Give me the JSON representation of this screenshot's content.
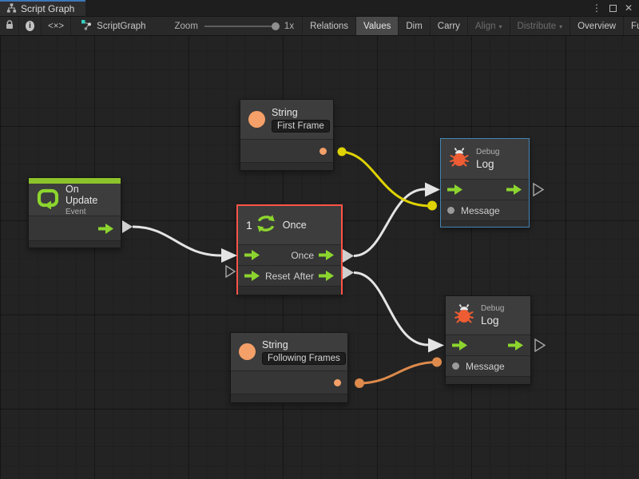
{
  "tab_bar": {
    "tab_label": "Script Graph",
    "window_menu_icon": "⋮",
    "window_close_icon": "✕"
  },
  "toolbar": {
    "info_icon_char": "i",
    "code_toggle_label": "<×>",
    "graph_name": "ScriptGraph",
    "zoom_label": "Zoom",
    "zoom_value": "1x",
    "buttons": [
      {
        "label": "Relations",
        "state": "normal"
      },
      {
        "label": "Values",
        "state": "active"
      },
      {
        "label": "Dim",
        "state": "normal"
      },
      {
        "label": "Carry",
        "state": "normal"
      },
      {
        "label": "Align",
        "state": "disabled",
        "caret": "▾"
      },
      {
        "label": "Distribute",
        "state": "disabled",
        "caret": "▾"
      },
      {
        "label": "Overview",
        "state": "normal"
      },
      {
        "label": "Full Screen",
        "state": "normal"
      }
    ]
  },
  "graph": {
    "nodes": {
      "on_update": {
        "title": "On Update",
        "subtitle": "Event"
      },
      "string_first": {
        "title": "String",
        "value": "First Frame"
      },
      "once": {
        "count": "1",
        "title": "Once",
        "output1_label": "Once",
        "input2_label": "Reset",
        "output2_label": "After"
      },
      "debug_log_top": {
        "category": "Debug",
        "title": "Log",
        "input_label": "Message"
      },
      "string_following": {
        "title": "String",
        "value": "Following Frames"
      },
      "debug_log_bottom": {
        "category": "Debug",
        "title": "Log",
        "input_label": "Message"
      }
    }
  },
  "colors": {
    "flow_green": "#8CD52E",
    "event_green": "#8CC32B",
    "string_orange": "#F5A068",
    "bug_orange": "#EE5C33",
    "wire_yellow": "#DFD303",
    "wire_orange": "#DD8A4C",
    "wire_white": "#E4E4E4",
    "selection_red": "#FF5447",
    "focus_blue": "#4585B5"
  }
}
